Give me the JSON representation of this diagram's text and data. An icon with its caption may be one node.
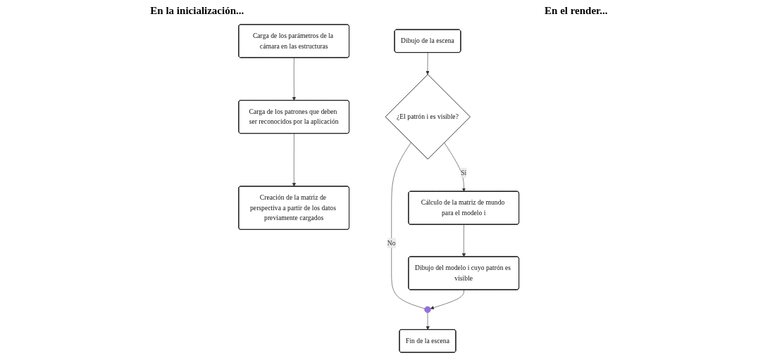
{
  "diagram": {
    "nodes": [
      {
        "text": [
          "Carga de los parámetros de la cámara en las estructuras"
        ]
      },
      {
        "text": [
          "Carga de los patrones que deben ser reconocidos por la aplicación"
        ]
      },
      {
        "text": [
          "Creación de la matriz de perspectiva a partir de los datos previamente cargados"
        ]
      },
      {
        "text": [
          "Dibujo de la escena"
        ]
      },
      {
        "text": [
          "¿El patrón i es visible?"
        ]
      },
      {
        "text": [
          "Cálculo de la matriz de mundo para el modelo i"
        ]
      },
      {
        "text": [
          "Dibujo del modelo i cuyo patrón es visible"
        ]
      },
      {
        "text": [],
        "shape": "circle"
      },
      {
        "text": [
          "Fin de la escena"
        ]
      }
    ],
    "edges": [
      {
        "from": 0,
        "to": 1,
        "arrow": "to"
      },
      {
        "from": 1,
        "to": 2,
        "arrow": "to"
      },
      {
        "from": 3,
        "to": 4,
        "arrow": "to"
      },
      {
        "from": 4,
        "to": 5,
        "arrow": "to",
        "label": "Sí"
      },
      {
        "from": 4,
        "to": 7,
        "arrow": "none",
        "label": "No"
      },
      {
        "from": 5,
        "to": 6,
        "arrow": "to"
      },
      {
        "from": 6,
        "to": 7,
        "arrow": "to"
      },
      {
        "from": 7,
        "to": 8,
        "arrow": "to"
      }
    ],
    "labels": [
      "En la inicialización...",
      "En el render..."
    ]
  }
}
